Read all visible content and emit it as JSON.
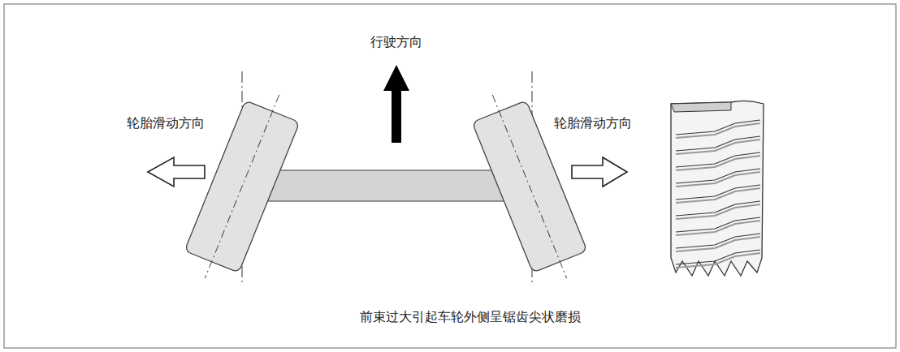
{
  "diagram": {
    "caption": "前束过大引起车轮外侧呈锯齿尖状磨损",
    "labels": [
      "行驶方向",
      "轮胎滑动方向",
      "轮胎滑动方向"
    ]
  }
}
